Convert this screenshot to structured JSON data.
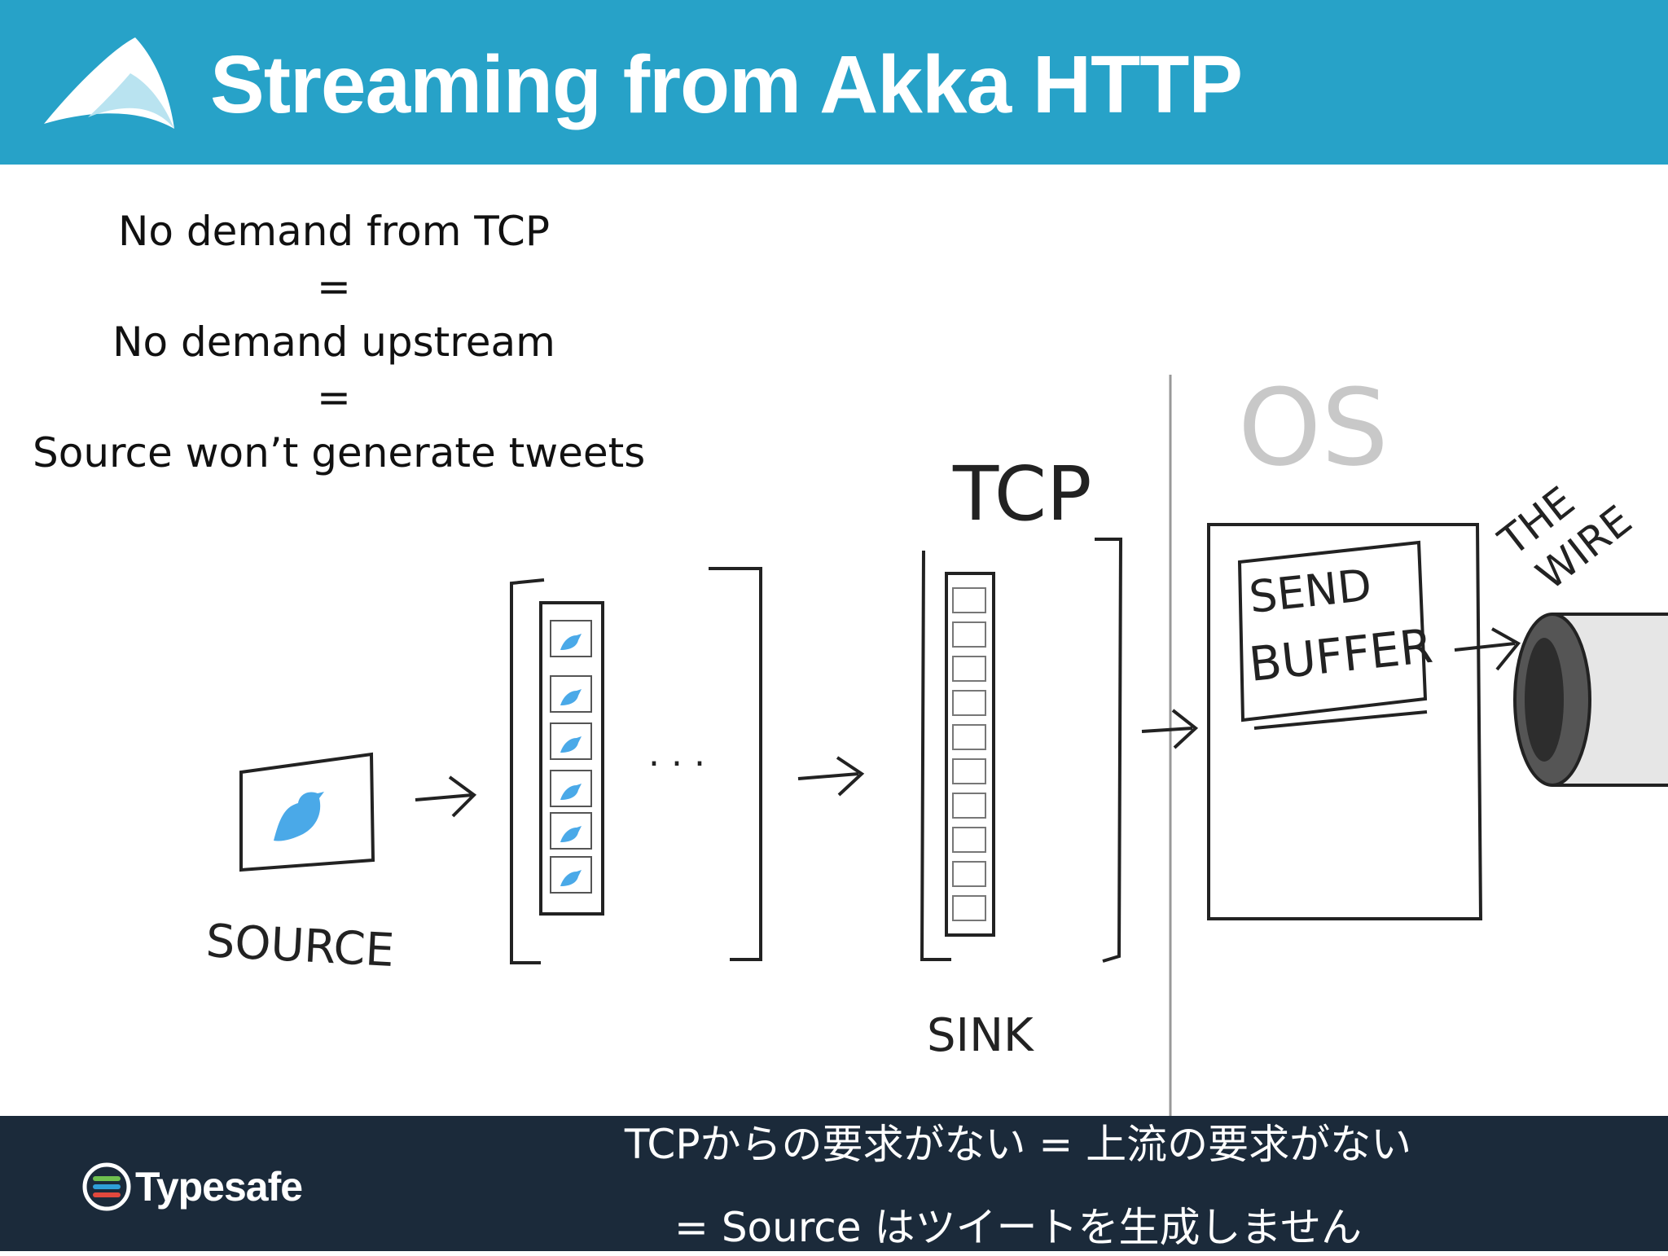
{
  "slide": {
    "title": "Streaming from Akka HTTP"
  },
  "text_block": {
    "lines": [
      "No demand from TCP",
      "=",
      "No demand upstream",
      "=",
      "Source won’t generate tweets"
    ]
  },
  "drawing": {
    "os_label": "OS",
    "tcp_label": "TCP",
    "source_label": "SOURCE",
    "sink_label": "SINK",
    "send_buffer_label_1": "SEND",
    "send_buffer_label_2": "BUFFER",
    "wire_label_1": "THE",
    "wire_label_2": "WIRE",
    "ellipsis": ". . .",
    "colors": {
      "bird": "#4aa9e8",
      "sketch_line": "#222222",
      "os_line": "#aaaaaa"
    }
  },
  "footer": {
    "brand": "Typesafe",
    "subtitle_line1": "TCPからの要求がない = 上流の要求がない",
    "subtitle_line2": "= Source はツイートを生成しません"
  },
  "colors": {
    "header_bg": "#27a2c8",
    "footer_bg": "#1b2a3a"
  }
}
